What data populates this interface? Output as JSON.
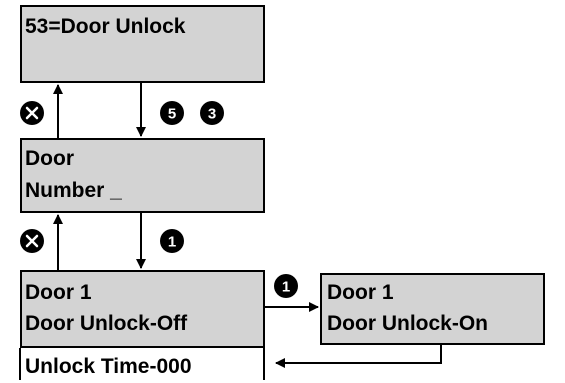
{
  "screens": {
    "door_unlock_menu": {
      "line1": "53=Door Unlock"
    },
    "door_number_prompt": {
      "line1": "Door",
      "line2": "Number _"
    },
    "door_unlock_off": {
      "line1": "Door 1",
      "line2": "Door Unlock-Off",
      "line3": "Unlock Time-000"
    },
    "door_unlock_on": {
      "line1": "Door 1",
      "line2": "Door Unlock-On"
    }
  },
  "keys": {
    "k5": "5",
    "k3": "3",
    "k1_down": "1",
    "k1_right": "1",
    "cancel_symbol": "✕"
  },
  "colors": {
    "screen_fill": "#d3d3d3",
    "key_fill": "#000000",
    "key_text": "#ffffff",
    "line": "#000000"
  }
}
